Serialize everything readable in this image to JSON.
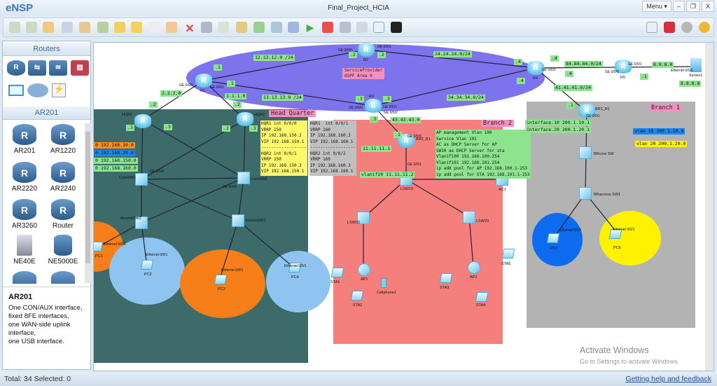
{
  "window": {
    "logo": "eNSP",
    "title": "Final_Project_HCIA",
    "menu": "Menu ▾",
    "minimize": "–",
    "restore": "❐",
    "close": "X"
  },
  "left_panel": {
    "category_header": "Routers",
    "subcategory_header": "AR201",
    "devices": [
      "AR201",
      "AR1220",
      "AR2220",
      "AR2240",
      "AR3260",
      "Router",
      "NE40E",
      "NE5000E"
    ],
    "description_title": "AR201",
    "description": "One CON/AUX interface,\nfixed 8FE interfaces,\none WAN-side uplink interface,\none USB interface."
  },
  "topology": {
    "areas": {
      "hq": "Head Quarter",
      "branch2": "Branch 2",
      "branch1": "Branch 1",
      "sp": "ServiceProvider\nOSPF Area 0"
    },
    "devices": {
      "r1": "R1",
      "r2": "R2",
      "r3": "R3",
      "r4": "R4",
      "r5": "R5",
      "server": "Server1",
      "hqr1": "HQR1",
      "hqr2": "HQR2",
      "coresw1": "CoreSW1",
      "coresw2": "CoreSW2",
      "accsw2": "AccessSW2",
      "accsw1": "AccessSW1",
      "pc1": "PC1",
      "pc2": "PC2",
      "pc3": "PC3",
      "pc4": "PC4",
      "br2r1": "BR2_R1",
      "lsw10": "LSW10",
      "lsw30": "LSW30",
      "lsw20": "LSW20",
      "ac1": "AC1",
      "ap1": "AP1",
      "ap2": "AP2",
      "sta1": "STA1",
      "sta2": "STA2",
      "sta3": "STA3",
      "sta4": "STA4",
      "sta5": "STA5",
      "cell": "Cellphone1",
      "br1r1": "BR1_R1",
      "brcore": "BRcore SW",
      "braccess": "BRaccess SW1",
      "pc7": "PC7",
      "pc6": "PC6"
    },
    "subnets": {
      "n12": "12.12.12.0 /24",
      "n13": "13.13.13.0 /24",
      "n24": "24.24.24.0/24",
      "n34": "34.34.34.0/24",
      "n84": "84.84.84.0/24",
      "n41": "41.41.41.0/24",
      "n43": "43.43.43.0",
      "n1": "1.1.1.0",
      "n2": "2.2.2.0",
      "n8": "8.8.8.0",
      "srv": "8.8.8.8",
      "n11": "11.11.11.1",
      "vlanif20": "vlanif20 11.11.11.2",
      "if10": "interface.10 200.1.10.1",
      "if20": "interface.20 200.1.20.1",
      "vlan10": "vlan 10     200.1.10.0",
      "vlan20": "vlan 20 200.1.20.0",
      "hq10": "0 192.168.10.0",
      "hq20": "0 192.168.20.0",
      "hq150": "0 192.168.150.0",
      "hq160": "0 192.168.160.0"
    },
    "hosts": {
      "d1": ".1",
      "d2": ".2",
      "d3": ".3",
      "d4": ".4",
      "d5": ".5"
    },
    "notes": {
      "vrrp150": "HQR1 int 0/0/0\nVRRP 150\nIP 192.168.150.2\nVIP 192.168.150.1\n------------------\nHQR2 int 0/0/1\nVRRP 150\nIP 192.168.150.3\nVIP 192.168.150.1",
      "vrrp160": "HQR1  int 0/0/1\nVRRP 160\nIP 192.168.160.2\nVIP 192.168.160.1\n------------------\nHQR2 int 0/0/2\nVRRP 160\nIP 192.168.160.3\nVIP 192.168.160.1",
      "wlan": "AP management Vlan 100\nService Vlan 101\nAC as DHCP Server for AP\nSW10 as DHCP Server for sta\nVlanif100 192.168.100.254\nVlanif101 192.168.101.254\nip add pool for AP 192.168.100.1-253\nip add pool for STA 192.168.101.1-253"
    },
    "ifaces": {
      "ge000": "GE 0/0/0",
      "ge001": "GE 0/0/1",
      "ge002": "GE 0/0/2",
      "ge003": "GE 0/0/3",
      "ge004": "GE 0/0/4",
      "eth": "Ethernet 0/0/1",
      "eth0": "Ethernet 0/0/0"
    }
  },
  "watermark": {
    "line1": "Activate Windows",
    "line2": "Go to Settings to activate Windows."
  },
  "status": {
    "summary": "Total: 34  Selected: 0",
    "help": "Getting help and feedback"
  }
}
